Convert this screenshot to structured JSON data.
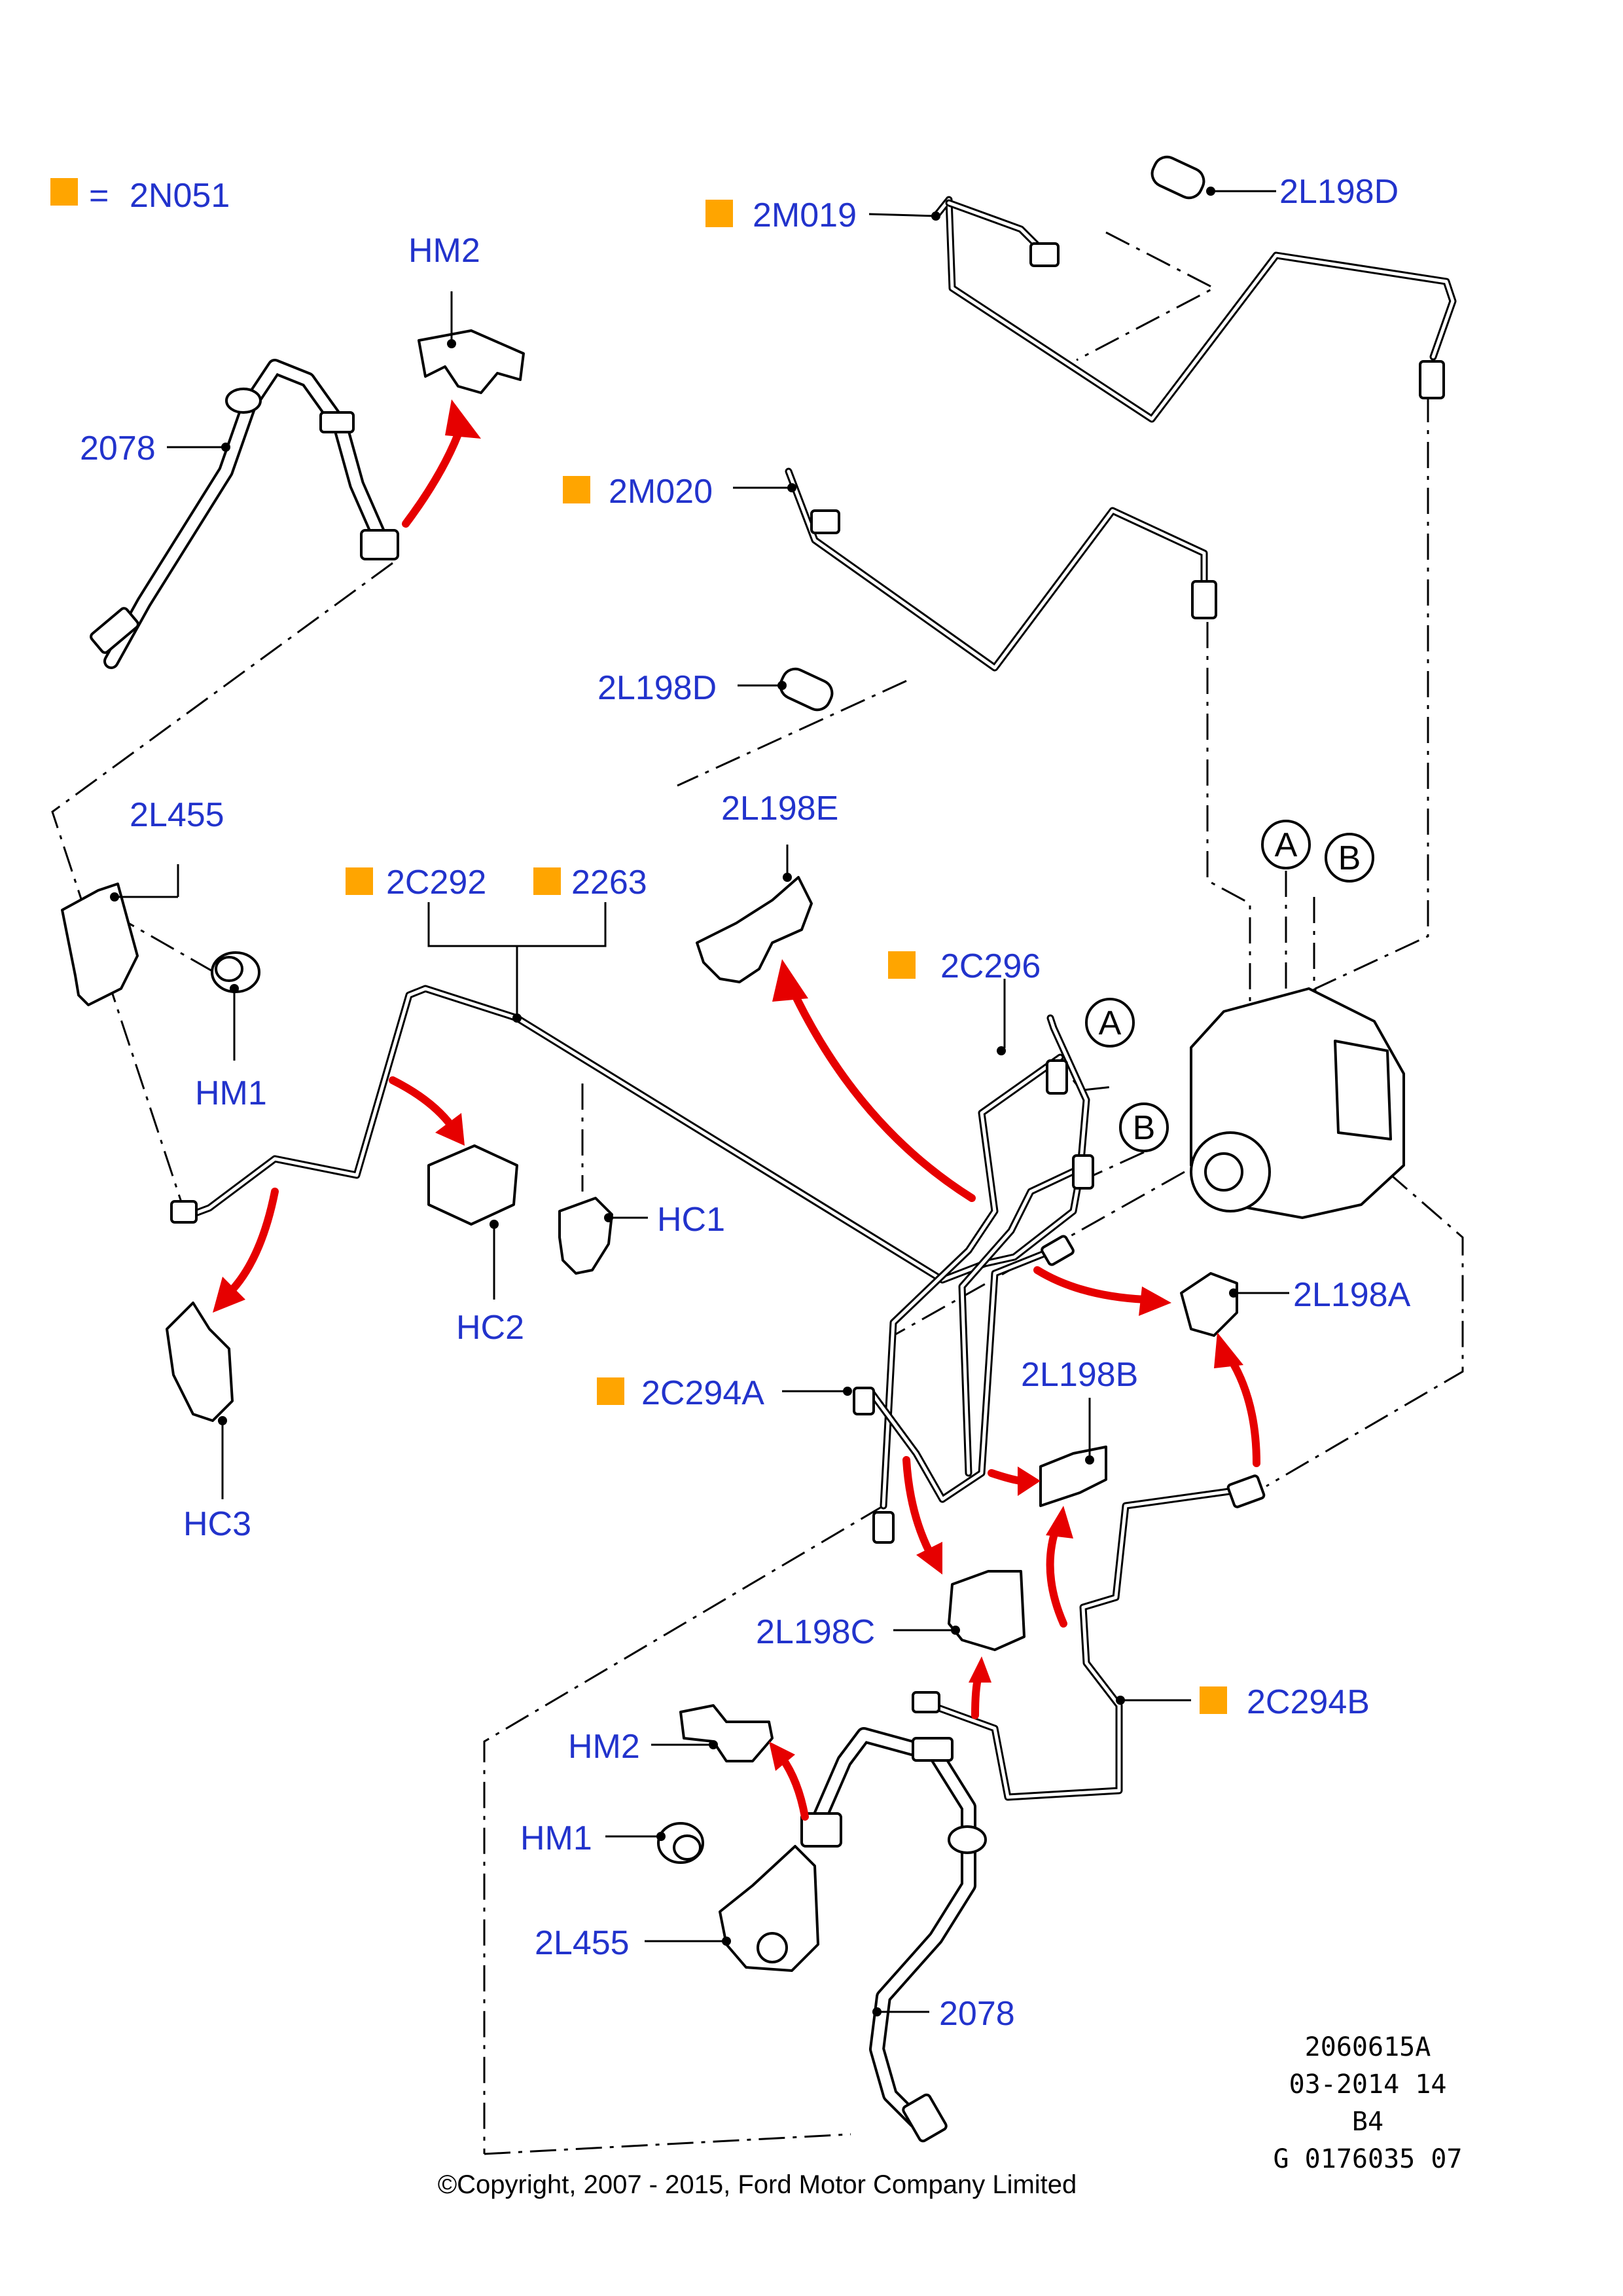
{
  "legend": {
    "swatch_color": "#ffa500",
    "equals": "=",
    "code": "2N051"
  },
  "colors": {
    "label": "#2233cc",
    "arrow": "#e60000",
    "swatch": "#ffa500"
  },
  "labels": {
    "hm2_top": "HM2",
    "hose_top": "2078",
    "pipe_2m019": "2M019",
    "sleeve_top": "2L198D",
    "pipe_2m020": "2M020",
    "sleeve_mid": "2L198D",
    "bracket_top": "2L455",
    "hm1_top": "HM1",
    "clip_2l198e": "2L198E",
    "pipe_2c292": "2C292",
    "pipe_2263": "2263",
    "pipe_2c296": "2C296",
    "hc1": "HC1",
    "hc2": "HC2",
    "hc3": "HC3",
    "clip_2l198a": "2L198A",
    "pipe_2c294a": "2C294A",
    "clip_2l198b": "2L198B",
    "clip_2l198c": "2L198C",
    "pipe_2c294b": "2C294B",
    "hm2_bottom": "HM2",
    "hm1_bottom": "HM1",
    "bracket_bottom": "2L455",
    "hose_bottom": "2078",
    "conn_a_top": "A",
    "conn_b_top": "B",
    "conn_a_mid": "A",
    "conn_b_mid": "B"
  },
  "reference": {
    "line1": "2060615A",
    "line2": "03-2014 14",
    "line3": "B4",
    "line4": "G 0176035 07"
  },
  "copyright": "©Copyright, 2007 - 2015, Ford Motor Company Limited"
}
